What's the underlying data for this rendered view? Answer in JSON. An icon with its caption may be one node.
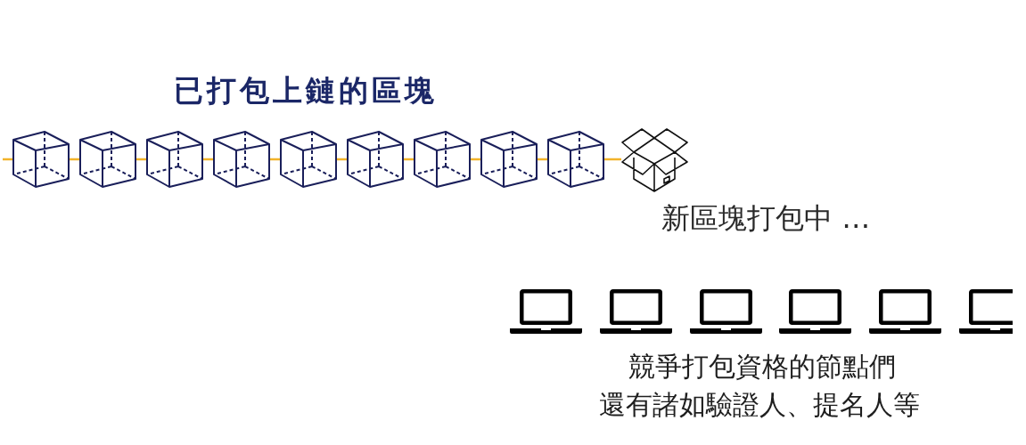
{
  "diagram": {
    "title": "已打包上鏈的區塊",
    "nodes": [
      {
        "text": [],
        "shape": "cube"
      },
      {
        "text": [],
        "shape": "cube"
      },
      {
        "text": [],
        "shape": "cube"
      },
      {
        "text": [],
        "shape": "cube"
      },
      {
        "text": [],
        "shape": "cube"
      },
      {
        "text": [],
        "shape": "cube"
      },
      {
        "text": [],
        "shape": "cube"
      },
      {
        "text": [],
        "shape": "cube"
      },
      {
        "text": [],
        "shape": "cube"
      },
      {
        "text": [],
        "shape": "picture",
        "beside": [
          "新區塊打包中 …"
        ]
      }
    ],
    "edges": [
      {
        "from": null,
        "to": 0,
        "arrow": "none"
      },
      {
        "from": 0,
        "to": 1,
        "arrow": "none"
      },
      {
        "from": 1,
        "to": 2,
        "arrow": "none"
      },
      {
        "from": 2,
        "to": 3,
        "arrow": "none"
      },
      {
        "from": 3,
        "to": 4,
        "arrow": "none"
      },
      {
        "from": 4,
        "to": 5,
        "arrow": "none"
      },
      {
        "from": 5,
        "to": 6,
        "arrow": "none"
      },
      {
        "from": 6,
        "to": 7,
        "arrow": "none"
      },
      {
        "from": 7,
        "to": 8,
        "arrow": "none"
      },
      {
        "from": 8,
        "to": 9,
        "arrow": "none"
      }
    ],
    "labels": [
      "競爭打包資格的節點們",
      "還有諸如驗證人、提名人等"
    ]
  }
}
